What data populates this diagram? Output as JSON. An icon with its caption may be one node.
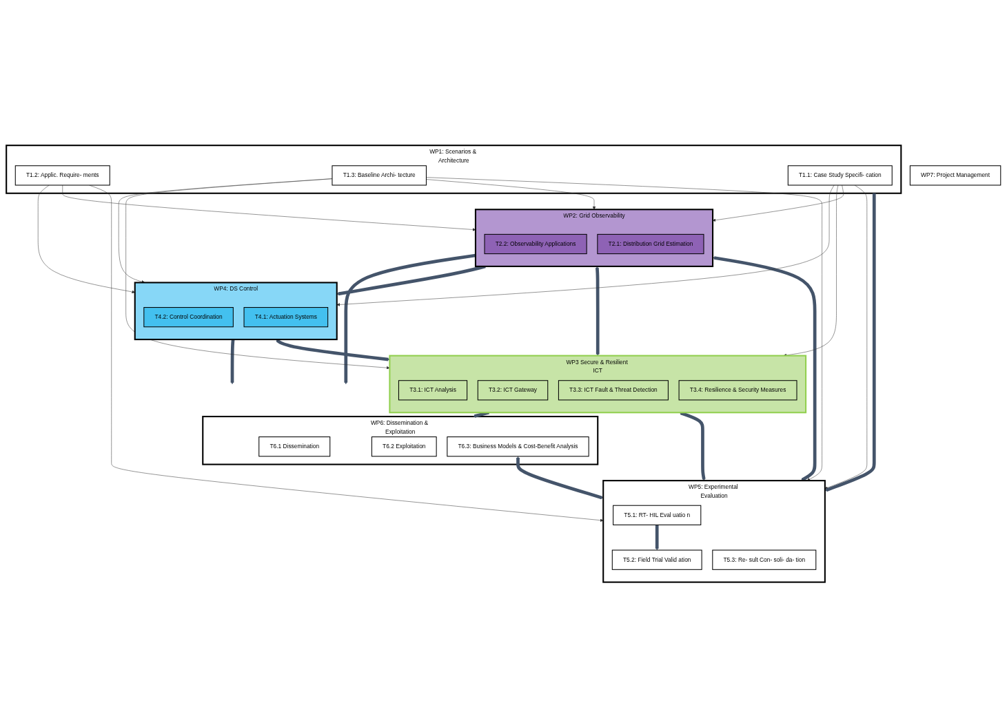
{
  "diagram": {
    "nodes": [
      {
        "text": [
          "WP7: Project Management"
        ]
      },
      {
        "text": [
          "WP6: Dissemination & Exploitation"
        ]
      },
      {
        "text": [
          "T6.1 Dissemination"
        ],
        "in": 1
      },
      {
        "text": [
          "T6.2 Exploitation"
        ],
        "in": 1
      },
      {
        "text": [
          "T6.3: Business Models & Cost-Benefit Analysis"
        ],
        "in": 1
      },
      {
        "text": [
          "WP1: Scenarios & Architecture"
        ]
      },
      {
        "text": [
          "T1.2: Applic. Require- ments"
        ],
        "in": 5
      },
      {
        "text": [
          "T1.3: Baseline Archi- tecture"
        ],
        "in": 5
      },
      {
        "text": [
          "T1.1: Case Study Specifi- cation"
        ],
        "in": 5
      },
      {
        "text": [
          "WP4: DS Control"
        ]
      },
      {
        "text": [
          "T4.2: Control Coordination"
        ],
        "in": 9
      },
      {
        "text": [
          "T4.1: Actuation Systems"
        ],
        "in": 9
      },
      {
        "text": [
          "WP2: Grid Observability"
        ]
      },
      {
        "text": [
          "T2.2: Observability Applications"
        ],
        "in": 12
      },
      {
        "text": [
          "T2.1: Distribution Grid Estimation"
        ],
        "in": 12
      },
      {
        "text": [
          "WP5: Experimental Evaluation"
        ]
      },
      {
        "text": [
          "T5.2: Field Trial Valid ation"
        ],
        "in": 15
      },
      {
        "text": [
          "T5.1: RT- HIL Eval uatio n"
        ],
        "in": 15
      },
      {
        "text": [
          "T5.3: Re- sult Con- soli- da- tion"
        ],
        "in": 15
      },
      {
        "text": [
          "WP3 Secure & Resilient ICT"
        ]
      },
      {
        "text": [
          "T3.1: ICT Analysis"
        ],
        "in": 19
      },
      {
        "text": [
          "T3.2: ICT Gateway"
        ],
        "in": 19
      },
      {
        "text": [
          "T3.3: ICT Fault & Threat Detection"
        ],
        "in": 19
      },
      {
        "text": [
          "T3.4: Resilience & Security Measures"
        ],
        "in": 19
      }
    ],
    "edges": [
      {
        "from": 9,
        "to": 1,
        "arrow": "to",
        "style": "thick",
        "color": "#44546a"
      },
      {
        "from": 19,
        "to": 1,
        "arrow": "to",
        "style": "thick",
        "color": "#44546a"
      },
      {
        "from": 12,
        "to": 1,
        "arrow": "to",
        "style": "thick",
        "color": "#44546a"
      },
      {
        "from": 4,
        "to": 15,
        "arrow": "both",
        "style": "thick",
        "color": "#44546a"
      },
      {
        "from": 6,
        "to": 9,
        "arrow": "to"
      },
      {
        "from": 6,
        "to": 12,
        "arrow": "to"
      },
      {
        "from": 6,
        "to": 15,
        "arrow": "to"
      },
      {
        "from": 12,
        "to": 9,
        "arrow": "to",
        "style": "thick",
        "color": "#44546a"
      },
      {
        "from": 9,
        "to": 19,
        "arrow": "both",
        "style": "thick",
        "color": "#44546a"
      },
      {
        "from": 12,
        "to": 19,
        "arrow": "both",
        "style": "thick",
        "color": "#44546a"
      },
      {
        "from": 12,
        "to": 15,
        "arrow": "both",
        "style": "thick",
        "color": "#44546a"
      },
      {
        "from": 19,
        "to": 15,
        "arrow": "both",
        "style": "thick",
        "color": "#44546a"
      },
      {
        "from": 17,
        "to": 16,
        "arrow": "to",
        "style": "thick",
        "color": "#44546a"
      },
      {
        "from": 7,
        "to": 9,
        "arrow": "to"
      },
      {
        "from": 7,
        "to": 19,
        "arrow": "to"
      },
      {
        "from": 7,
        "to": 12,
        "arrow": "to"
      },
      {
        "from": 7,
        "to": 15,
        "arrow": "to"
      },
      {
        "from": 8,
        "to": 9,
        "arrow": "to"
      },
      {
        "from": 8,
        "to": 19,
        "arrow": "to"
      },
      {
        "from": 8,
        "to": 12,
        "arrow": "to"
      },
      {
        "from": 8,
        "to": 15,
        "arrow": "to"
      },
      {
        "from": 5,
        "to": 15,
        "arrow": "to",
        "style": "thick",
        "color": "#44546a"
      }
    ]
  }
}
